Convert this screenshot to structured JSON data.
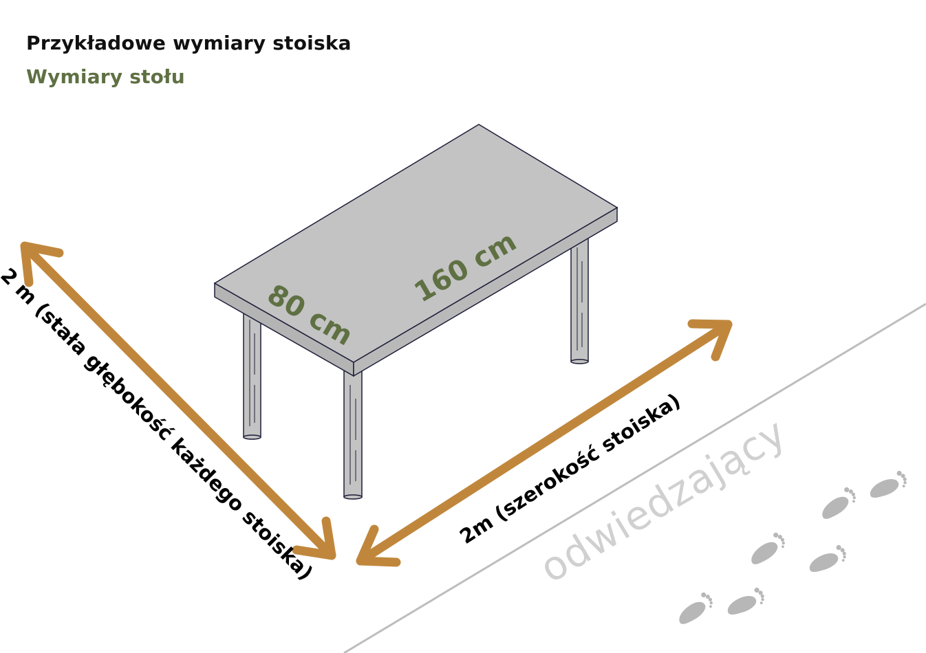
{
  "header": {
    "title": "Przykładowe wymiary stoiska",
    "subtitle": "Wymiary stołu"
  },
  "table": {
    "width_label": "80 cm",
    "length_label": "160 cm"
  },
  "dimensions": {
    "depth_label": "2 m (stała głębokość każdego stoiska)",
    "width_label": "2m (szerokość stoiska)"
  },
  "walkway": {
    "visitor_label": "odwiedzający"
  },
  "colors": {
    "title": "#111111",
    "accent_green": "#5f7043",
    "arrow_orange": "#c0873c",
    "table_top": "#c3c3c3",
    "table_edge": "#1d1d3a",
    "walkway_line": "#bdbdbd",
    "footprint": "#b7b7b7"
  },
  "icons": [
    "footprint-icon"
  ]
}
